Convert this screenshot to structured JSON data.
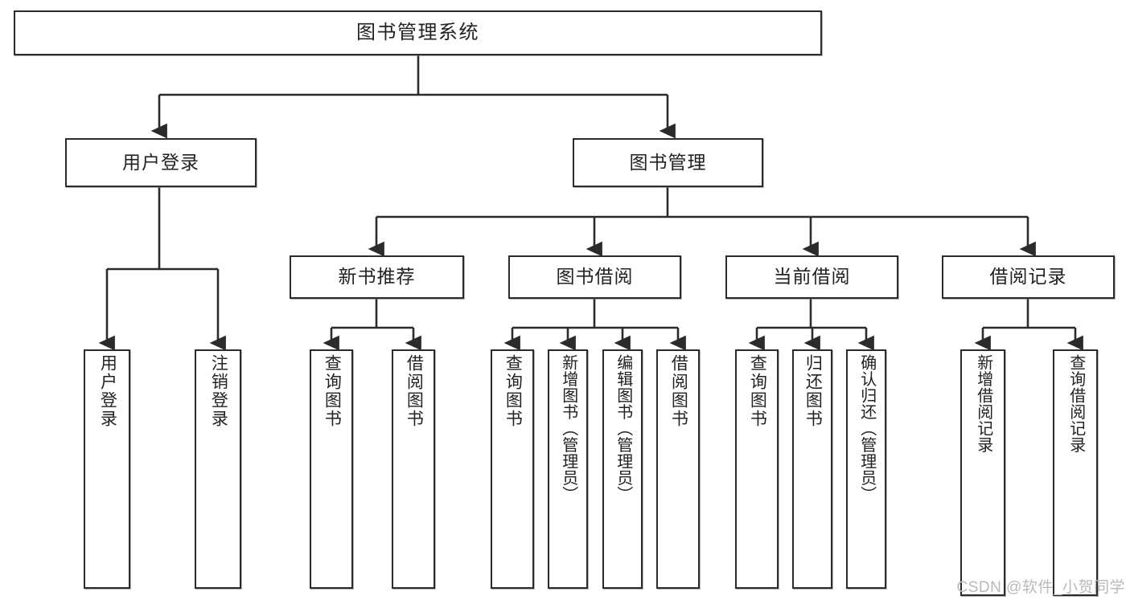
{
  "diagram": {
    "title": "图书管理系统",
    "type": "tree-hierarchy-chart",
    "watermark": "CSDN @软件_小贺同学",
    "colors": {
      "stroke": "#2b2b2b",
      "fill": "#ffffff",
      "text": "#222222",
      "watermark": "#b9b9b9"
    }
  },
  "nodes": {
    "root": {
      "label": "图书管理系统"
    },
    "level2": [
      {
        "label": "用户登录"
      },
      {
        "label": "图书管理"
      }
    ],
    "level3": [
      {
        "label": "新书推荐"
      },
      {
        "label": "图书借阅"
      },
      {
        "label": "当前借阅"
      },
      {
        "label": "借阅记录"
      }
    ],
    "leaves": {
      "user_login": [
        {
          "label": "用户登录"
        },
        {
          "label": "注销登录"
        }
      ],
      "new_book": [
        {
          "label": "查询图书"
        },
        {
          "label": "借阅图书"
        }
      ],
      "borrow_book": [
        {
          "label": "查询图书"
        },
        {
          "label": "新增图书（管理员）"
        },
        {
          "label": "编辑图书（管理员）"
        },
        {
          "label": "借阅图书"
        }
      ],
      "current_borrow": [
        {
          "label": "查询图书"
        },
        {
          "label": "归还图书"
        },
        {
          "label": "确认归还（管理员）"
        }
      ],
      "borrow_record": [
        {
          "label": "新增借阅记录"
        },
        {
          "label": "查询借阅记录"
        }
      ]
    }
  }
}
